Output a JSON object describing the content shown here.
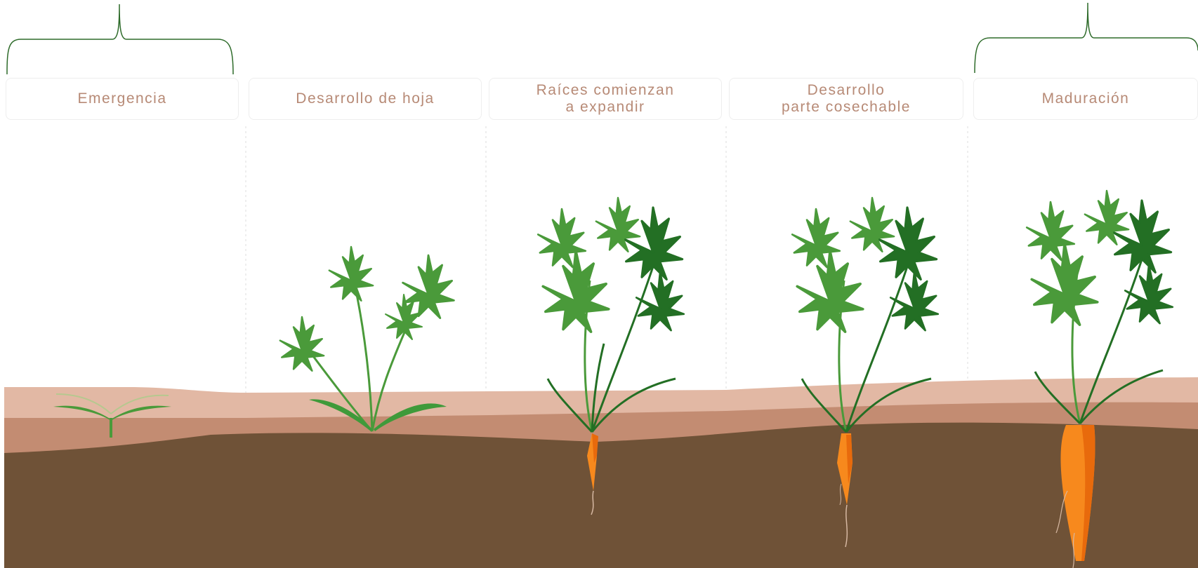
{
  "stages": [
    {
      "id": "emergencia",
      "label": "Emergencia"
    },
    {
      "id": "desarrollo-hoja",
      "label": "Desarrollo de hoja"
    },
    {
      "id": "raices",
      "label": "Raíces comienzan\na expandir"
    },
    {
      "id": "cosechable",
      "label": "Desarrollo\nparte cosechable"
    },
    {
      "id": "maduracion",
      "label": "Maduración"
    }
  ],
  "colors": {
    "bracket": "#2e6b2a",
    "label_text": "#b78a76",
    "soil_top": "#e2b8a4",
    "soil_mid": "#c38c72",
    "soil_deep": "#6f5237",
    "leaf_light": "#4a9a3a",
    "leaf_dark": "#236f24",
    "carrot": "#f7891d",
    "carrot_shade": "#e86a0c",
    "root_hair": "#d6b8a2"
  }
}
